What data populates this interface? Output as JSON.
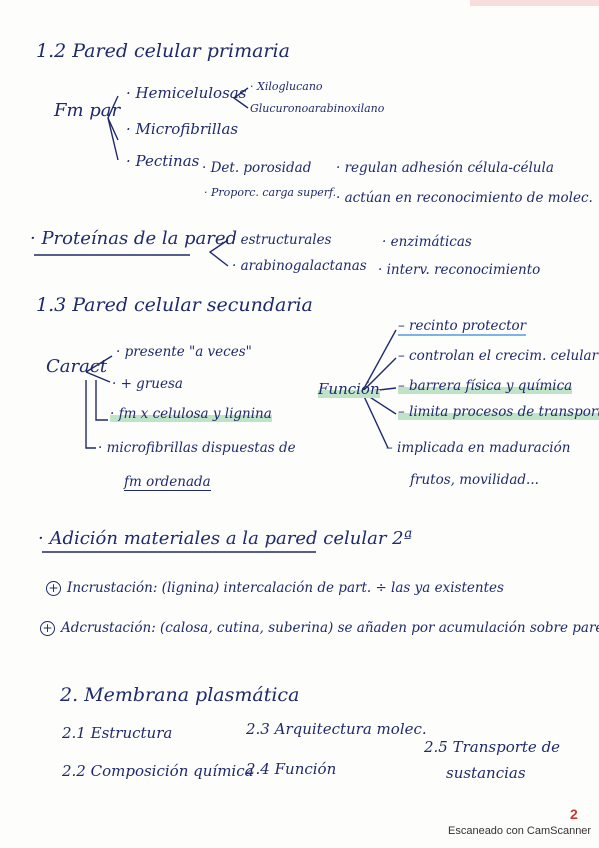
{
  "s12": {
    "title": "1.2 Pared celular primaria",
    "fm_par": "Fm par",
    "hemi": "· Hemicelulosas",
    "xilo": "· Xiloglucano",
    "glucu": "Glucuronoarabinoxilano",
    "micro": "· Microfibrillas",
    "pectinas": "· Pectinas",
    "det": "· Det. porosidad",
    "propor": "· Proporc. carga superf.",
    "regulan": "· regulan adhesión célula-célula",
    "actuan": "· actúan en reconocimiento de molec."
  },
  "prot": {
    "title": "· Proteínas de la pared",
    "estruct": "· estructurales",
    "arabino": "· arabinogalactanas",
    "enzim": "· enzimáticas",
    "interv": "· interv. reconocimiento"
  },
  "s13": {
    "title": "1.3 Pared celular secundaria",
    "caract": "Caract",
    "presente": "· presente \"a veces\"",
    "gruesa": "· + gruesa",
    "fm": "· fm x celulosa y lignina",
    "microfib1": "· microfibrillas dispuestas de",
    "microfib2": "fm ordenada",
    "funcion": "Función",
    "f1": "– recinto protector",
    "f2": "– controlan el crecim. celular",
    "f3": "– barrera física y química",
    "f4": "– limita procesos de transporte",
    "f5a": "– implicada en maduración",
    "f5b": "frutos, movilidad..."
  },
  "adic": {
    "title": "· Adición materiales a la pared celular 2ª",
    "incrust": "Incrustación: (lignina) intercalación de part. ÷ las ya existentes",
    "adcrust": "Adcrustación: (calosa, cutina, suberina) se añaden por acumulación sobre pared.",
    "plus": "+"
  },
  "s2": {
    "title": "2. Membrana plasmática",
    "i21": "2.1 Estructura",
    "i22": "2.2 Composición química",
    "i23": "2.3 Arquitectura molec.",
    "i24": "2.4 Función",
    "i25a": "2.5 Transporte de",
    "i25b": "sustancias"
  },
  "footer": "Escaneado con CamScanner",
  "page_number": "2"
}
